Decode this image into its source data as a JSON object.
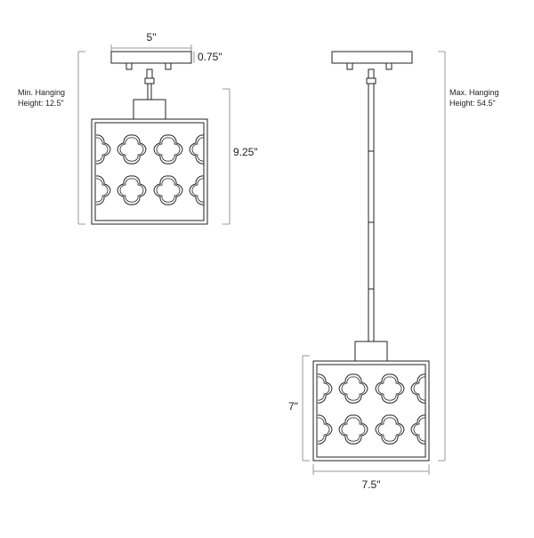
{
  "min_view": {
    "width_label": "5\"",
    "canopy_height_label": "0.75\"",
    "min_hanging_line1": "Min. Hanging",
    "min_hanging_line2": "Height: 12.5\"",
    "shade_height_label": "9.25\""
  },
  "max_view": {
    "max_hanging_line1": "Max. Hanging",
    "max_hanging_line2": "Height: 54.5\"",
    "shade_height_label": "7\"",
    "shade_width_label": "7.5\""
  },
  "colors": {
    "line": "#222222",
    "dimension": "#999999",
    "background": "#ffffff"
  }
}
